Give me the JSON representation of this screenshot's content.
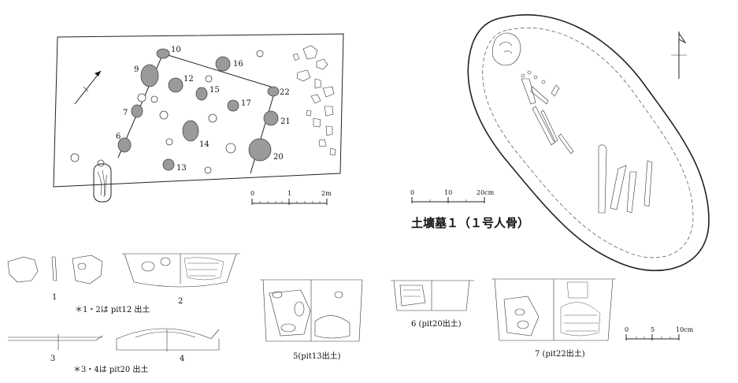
{
  "pit_map": {
    "pit_labels": [
      "10",
      "9",
      "16",
      "12",
      "15",
      "22",
      "7",
      "17",
      "21",
      "14",
      "6",
      "20",
      "13"
    ],
    "scale_labels": [
      "0",
      "1",
      "2m"
    ]
  },
  "burial": {
    "title": "土壙墓１（１号人骨）",
    "scale_labels": [
      "0",
      "10",
      "20cm"
    ]
  },
  "artifacts": {
    "item1": "1",
    "item2": "2",
    "note12": "＊1・2は pit12 出土",
    "item3": "3",
    "item4": "4",
    "note34": "＊3・4は pit20 出土",
    "item5": "5(pit13出土)",
    "item6": "6 (pit20出土)",
    "item7": "7 (pit22出土)",
    "scale_labels": [
      "0",
      "5",
      "10cm"
    ]
  }
}
